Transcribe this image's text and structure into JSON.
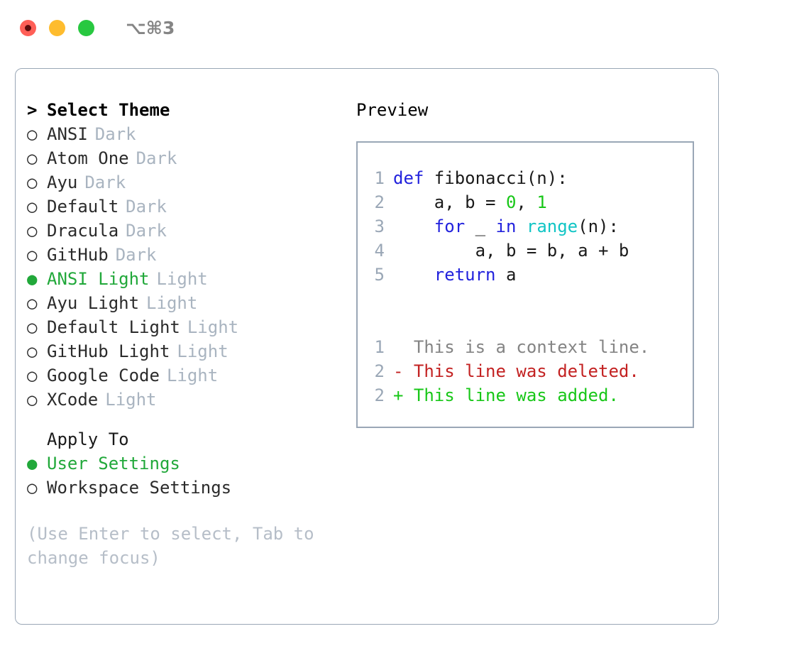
{
  "titlebar": {
    "shortcut": "⌥⌘3",
    "lights": [
      {
        "name": "close",
        "color": "#ff5f57"
      },
      {
        "name": "minimize",
        "color": "#febc2e"
      },
      {
        "name": "zoom",
        "color": "#28c840"
      }
    ]
  },
  "theme_picker": {
    "header_marker": ">",
    "header": "Select Theme",
    "items": [
      {
        "marker": "○",
        "label": "ANSI",
        "tag": "Dark",
        "selected": false
      },
      {
        "marker": "○",
        "label": "Atom One",
        "tag": "Dark",
        "selected": false
      },
      {
        "marker": "○",
        "label": "Ayu",
        "tag": "Dark",
        "selected": false
      },
      {
        "marker": "○",
        "label": "Default",
        "tag": "Dark",
        "selected": false
      },
      {
        "marker": "○",
        "label": "Dracula",
        "tag": "Dark",
        "selected": false
      },
      {
        "marker": "○",
        "label": "GitHub",
        "tag": "Dark",
        "selected": false
      },
      {
        "marker": "●",
        "label": "ANSI Light",
        "tag": "Light",
        "selected": true
      },
      {
        "marker": "○",
        "label": "Ayu Light",
        "tag": "Light",
        "selected": false
      },
      {
        "marker": "○",
        "label": "Default Light",
        "tag": "Light",
        "selected": false
      },
      {
        "marker": "○",
        "label": "GitHub Light",
        "tag": "Light",
        "selected": false
      },
      {
        "marker": "○",
        "label": "Google Code",
        "tag": "Light",
        "selected": false
      },
      {
        "marker": "○",
        "label": "XCode",
        "tag": "Light",
        "selected": false
      }
    ]
  },
  "apply_to": {
    "label": "Apply To",
    "options": [
      {
        "marker": "●",
        "label": "User Settings",
        "selected": true
      },
      {
        "marker": "○",
        "label": "Workspace Settings",
        "selected": false
      }
    ]
  },
  "hint": "(Use Enter to select, Tab to change focus)",
  "preview": {
    "title": "Preview",
    "code_lines": [
      {
        "number": "1",
        "tokens": [
          {
            "text": "def ",
            "kind": "kw"
          },
          {
            "text": "fibonacci(n):",
            "kind": "plain"
          }
        ]
      },
      {
        "number": "2",
        "tokens": [
          {
            "text": "    a, b = ",
            "kind": "plain"
          },
          {
            "text": "0",
            "kind": "num"
          },
          {
            "text": ", ",
            "kind": "plain"
          },
          {
            "text": "1",
            "kind": "num"
          }
        ]
      },
      {
        "number": "3",
        "tokens": [
          {
            "text": "    ",
            "kind": "plain"
          },
          {
            "text": "for",
            "kind": "kw"
          },
          {
            "text": " _ ",
            "kind": "plain"
          },
          {
            "text": "in",
            "kind": "kw"
          },
          {
            "text": " ",
            "kind": "plain"
          },
          {
            "text": "range",
            "kind": "fn"
          },
          {
            "text": "(n):",
            "kind": "plain"
          }
        ]
      },
      {
        "number": "4",
        "tokens": [
          {
            "text": "        a, b = b, a + b",
            "kind": "plain"
          }
        ]
      },
      {
        "number": "5",
        "tokens": [
          {
            "text": "    ",
            "kind": "plain"
          },
          {
            "text": "return",
            "kind": "kw"
          },
          {
            "text": " a",
            "kind": "plain"
          }
        ]
      }
    ],
    "diff_lines": [
      {
        "number": "1",
        "sign": " ",
        "text": " This is a context line.",
        "kind": "ctx"
      },
      {
        "number": "2",
        "sign": "-",
        "text": " This line was deleted.",
        "kind": "del"
      },
      {
        "number": "2",
        "sign": "+",
        "text": " This line was added.",
        "kind": "add"
      }
    ]
  },
  "colors": {
    "accent_green": "#21a83a",
    "keyword_blue": "#2222dd",
    "function_cyan": "#11c5c5",
    "number_green": "#18c718",
    "diff_delete_red": "#c32222",
    "diff_add_green": "#18c718",
    "muted_gray": "#a9b4c0",
    "border_gray": "#9aa7b6"
  }
}
